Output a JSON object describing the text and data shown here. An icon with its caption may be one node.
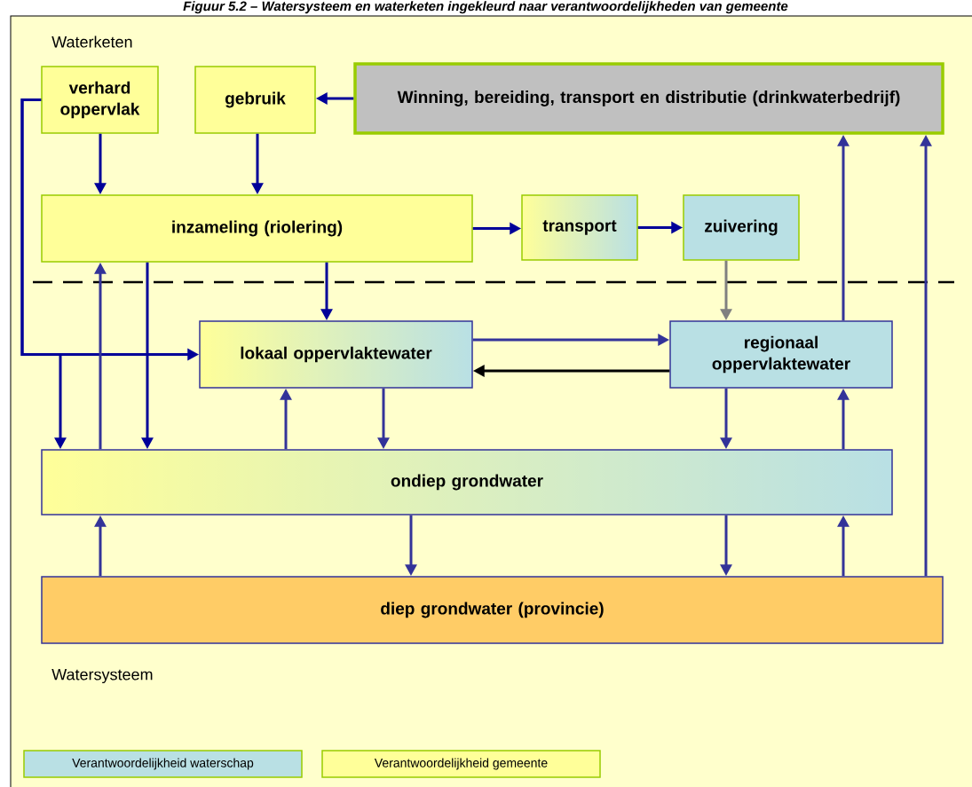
{
  "diagram": {
    "title": "Figuur 5.2 – Watersysteem en waterketen ingekleurd naar verantwoordelijkheden van gemeente",
    "nodes": [
      {
        "text": [
          "verhard oppervlak"
        ]
      },
      {
        "text": [
          "gebruik"
        ]
      },
      {
        "text": [
          "Winning, bereiding, transport en distributie (drinkwaterbedrijf)"
        ]
      },
      {
        "text": [
          "inzameling (riolering)"
        ]
      },
      {
        "text": [
          "transport"
        ]
      },
      {
        "text": [
          "zuivering"
        ]
      },
      {
        "text": [
          "lokaal oppervlaktewater"
        ]
      },
      {
        "text": [
          "regionaal oppervlaktewater"
        ]
      },
      {
        "text": [
          "ondiep grondwater"
        ]
      },
      {
        "text": [
          "diep grondwater (provincie)"
        ]
      }
    ],
    "edges": [
      {
        "from": 2,
        "to": 1,
        "arrow": "to",
        "color": "#000099"
      },
      {
        "from": 0,
        "to": 3,
        "arrow": "to",
        "color": "#000099"
      },
      {
        "from": 1,
        "to": 3,
        "arrow": "to",
        "color": "#000099"
      },
      {
        "from": 3,
        "to": 4,
        "arrow": "to",
        "color": "#000099"
      },
      {
        "from": 4,
        "to": 5,
        "arrow": "to",
        "color": "#000099"
      },
      {
        "from": 5,
        "to": 7,
        "arrow": "to",
        "color": "#808080"
      },
      {
        "from": 3,
        "to": 6,
        "arrow": "to",
        "color": "#000099"
      },
      {
        "from": 0,
        "to": 6,
        "arrow": "to",
        "color": "#000099"
      },
      {
        "from": 0,
        "to": 8,
        "arrow": "to",
        "color": "#000099"
      },
      {
        "from": 8,
        "to": 3,
        "arrow": "to"
      },
      {
        "from": 3,
        "to": 8,
        "arrow": "to",
        "color": "#000099"
      },
      {
        "from": 6,
        "to": 7,
        "arrow": "to"
      },
      {
        "from": 7,
        "to": 6,
        "arrow": "to",
        "color": "#000000"
      },
      {
        "from": 8,
        "to": 6,
        "arrow": "to"
      },
      {
        "from": 6,
        "to": 8,
        "arrow": "to"
      },
      {
        "from": 7,
        "to": 8,
        "arrow": "to"
      },
      {
        "from": 8,
        "to": 7,
        "arrow": "to"
      },
      {
        "from": 7,
        "to": 2,
        "arrow": "to"
      },
      {
        "from": 9,
        "to": 2,
        "arrow": "to"
      },
      {
        "from": 9,
        "to": 8,
        "arrow": "to"
      },
      {
        "from": 8,
        "to": 9,
        "arrow": "to"
      },
      {
        "from": 8,
        "to": 9,
        "arrow": "to"
      },
      {
        "from": 9,
        "to": 8,
        "arrow": "to"
      }
    ],
    "labels": [
      "Waterketen",
      "Watersysteem"
    ],
    "legend": [
      {
        "text": "Verantwoordelijkheid waterschap",
        "color": "#b9e0e4"
      },
      {
        "text": "Verantwoordelijkheid gemeente",
        "color": "#ffff99"
      }
    ]
  }
}
